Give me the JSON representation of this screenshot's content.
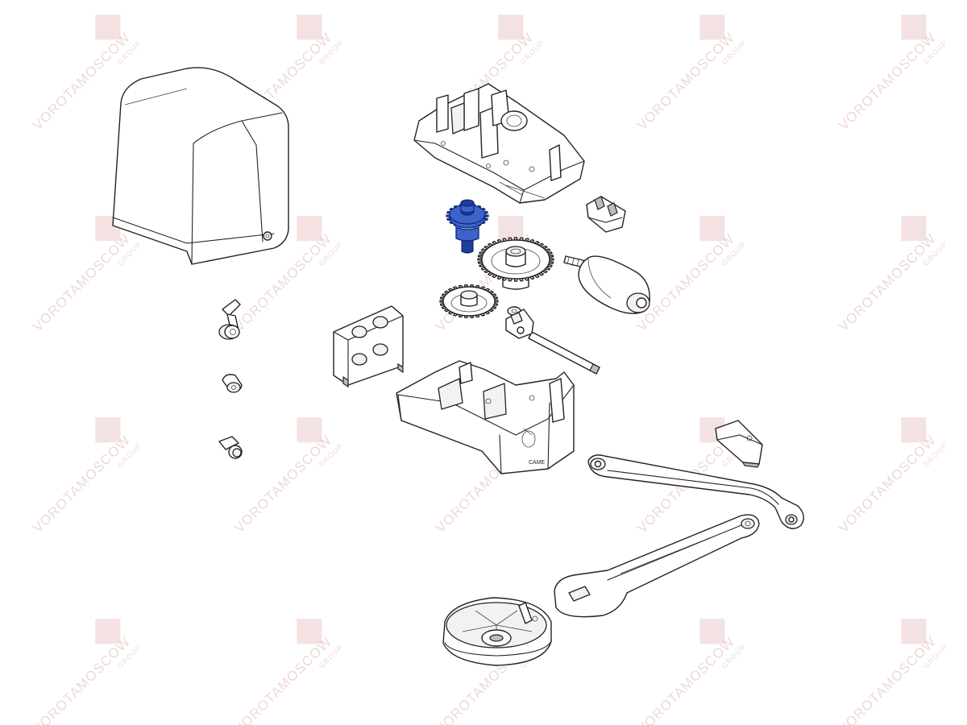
{
  "watermark": {
    "brand": "VOROTAMOSCOW",
    "sub": "GROUP"
  },
  "base_marking": "CAME",
  "highlight_color": "#3b63c9",
  "line_color": "#222222",
  "watermark_color": "#e3b8b8"
}
